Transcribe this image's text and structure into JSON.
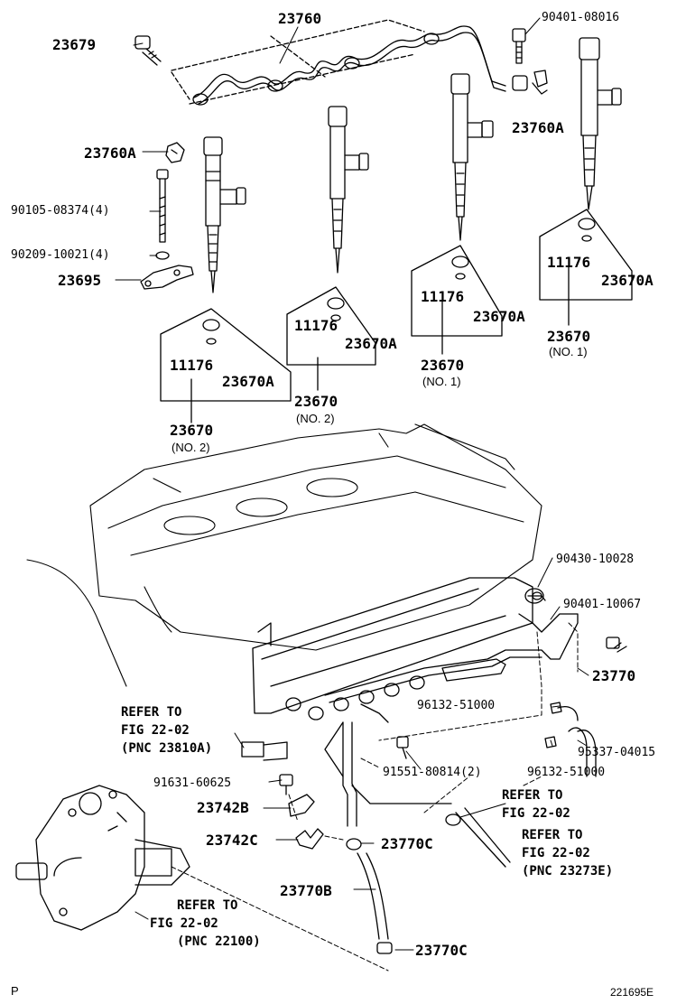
{
  "labels": {
    "p23760": "23760",
    "p23679": "23679",
    "p90401_08016": "90401-08016",
    "p23760A_left": "23760A",
    "p23760A_right": "23760A",
    "p90105": "90105-08374(4)",
    "p90209": "90209-10021(4)",
    "p23695": "23695",
    "p11176_1": "11176",
    "p23670A_1": "23670A",
    "p23670_1": "23670",
    "no2_1": "(NO. 2)",
    "p11176_2": "11176",
    "p23670A_2": "23670A",
    "p23670_2": "23670",
    "no2_2": "(NO. 2)",
    "p11176_3": "11176",
    "p23670A_3": "23670A",
    "p23670_3": "23670",
    "no1_3": "(NO. 1)",
    "p11176_4": "11176",
    "p23670A_4": "23670A",
    "p23670_4": "23670",
    "no1_4": "(NO. 1)",
    "p90430": "90430-10028",
    "p90401_10067": "90401-10067",
    "p23770": "23770",
    "ref1_a": "REFER TO",
    "ref1_b": "FIG 22-02",
    "ref1_c": "(PNC 23810A)",
    "p96132_a": "96132-51000",
    "p95337": "95337-04015",
    "p91551": "91551-80814(2)",
    "p96132_b": "96132-51000",
    "p91631": "91631-60625",
    "p23742B": "23742B",
    "p23742C": "23742C",
    "p23770C_a": "23770C",
    "ref2_a": "REFER TO",
    "ref2_b": "FIG 22-02",
    "ref3_a": "REFER TO",
    "ref3_b": "FIG 22-02",
    "ref3_c": "(PNC 23273E)",
    "p23770B": "23770B",
    "ref4_a": "REFER TO",
    "ref4_b": "FIG 22-02",
    "ref4_c": "(PNC 22100)",
    "p23770C_b": "23770C",
    "footer_p": "P",
    "figure_id": "221695E"
  }
}
